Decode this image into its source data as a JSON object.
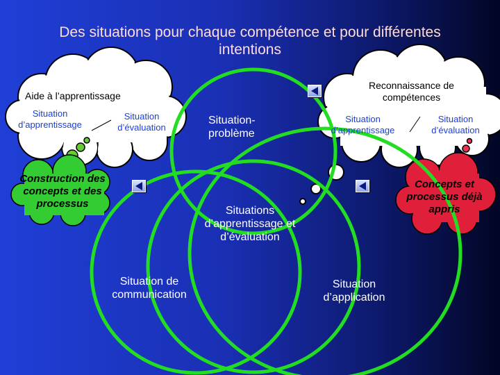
{
  "title": "Des situations pour chaque compétence et pour différentes intentions",
  "left_cloud": {
    "heading": "Aide à l’apprentissage",
    "item1": "Situation d’apprentissage",
    "item2": "Situation d’évaluation"
  },
  "left_green_cloud": "Construction des concepts et des processus",
  "right_cloud": {
    "heading": "Reconnaissance de compétences",
    "item1": "Situation d’apprentissage",
    "item2": "Situation d’évaluation"
  },
  "right_red_cloud": "Concepts et processus déjà appris",
  "circles": {
    "top": "Situation-problème",
    "center": "Situations d’apprentissage et d’évaluation",
    "left": "Situation de communication",
    "right": "Situation d’application"
  },
  "colors": {
    "background": "#1f3fd6",
    "circle_stroke": "#22dd22",
    "cloud_fill": "#ffffff",
    "green_cloud": "#33cc33",
    "red_cloud": "#e0203a",
    "title": "#ffdcdc"
  },
  "icons": [
    "back-arrow-icon"
  ]
}
